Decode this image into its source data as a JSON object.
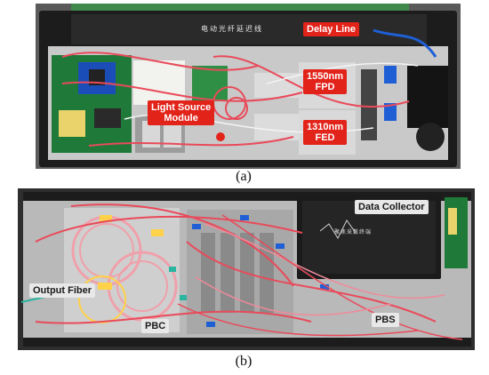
{
  "panel_a": {
    "caption": "(a)",
    "device_title": "电动光纤延迟线",
    "labels": {
      "delay_line": "Delay Line",
      "light_source": "Light Source\nModule",
      "fpd_1550": "1550nm\nFPD",
      "fed_1310": "1310nm\nFED"
    }
  },
  "panel_b": {
    "caption": "(b)",
    "collector_box_text": "聚焦采数终端",
    "labels": {
      "data_collector": "Data Collector",
      "output_fiber": "Output Fiber",
      "pbc": "PBC",
      "pbs": "PBS"
    }
  },
  "colors": {
    "label_red": "#e2231a",
    "label_gray": "#e8e8e8",
    "chassis": "#1c1c1c",
    "fiber_red": "#e94a5a",
    "board_green": "#1f7a3a"
  }
}
